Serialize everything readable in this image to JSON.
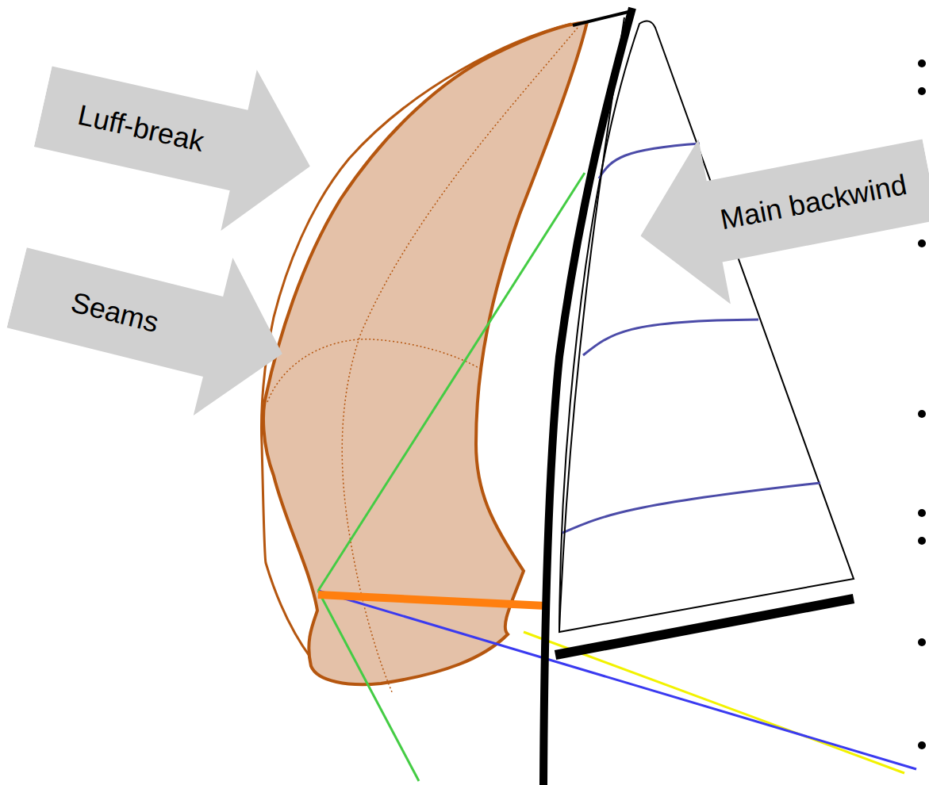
{
  "diagram": {
    "nodes": [
      {
        "text": [
          "Luff-break"
        ]
      },
      {
        "text": [
          "Main backwind"
        ]
      },
      {
        "text": [
          "Seams"
        ]
      }
    ]
  }
}
